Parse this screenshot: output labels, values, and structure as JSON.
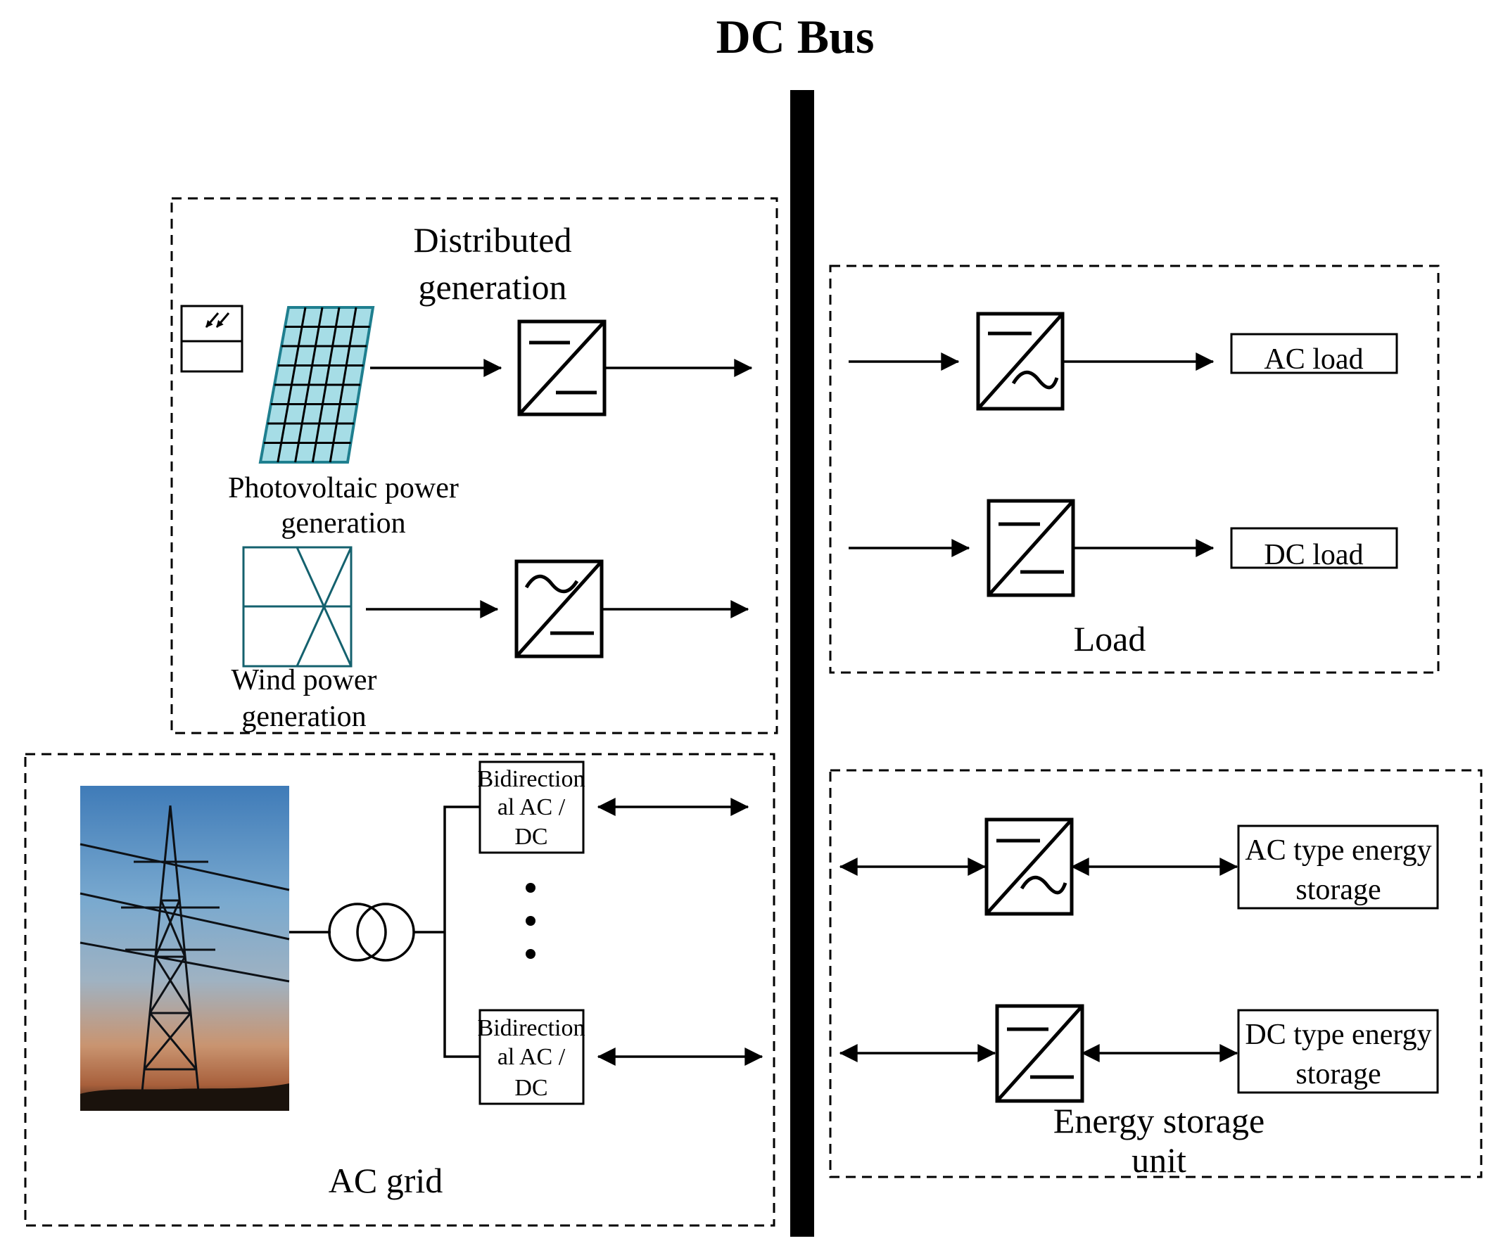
{
  "title": "DC Bus",
  "distributed_generation": {
    "title_line1": "Distributed",
    "title_line2": "generation",
    "pv_label_line1": "Photovoltaic power",
    "pv_label_line2": "generation",
    "wind_label_line1": "Wind power",
    "wind_label_line2": "generation"
  },
  "ac_grid": {
    "title": "AC grid",
    "converter1_line1": "Bidirection",
    "converter1_line2": "al AC /",
    "converter1_line3": "DC",
    "converter2_line1": "Bidirection",
    "converter2_line2": "al AC /",
    "converter2_line3": "DC"
  },
  "load": {
    "title": "Load",
    "ac_load": "AC load",
    "dc_load": "DC load"
  },
  "energy_storage": {
    "title_line1": "Energy storage",
    "title_line2": "unit",
    "ac_storage_line1": "AC type energy",
    "ac_storage_line2": "storage",
    "dc_storage_line1": "DC type energy",
    "dc_storage_line2": "storage"
  },
  "icons": {
    "photovoltaic": "solar-panel-icon",
    "sun": "sunlight-icon",
    "wind": "wind-turbine-icon",
    "tower": "power-tower-photo",
    "transformer": "transformer-icon"
  },
  "colors": {
    "solar_panel_fill": "#a6dde6",
    "solar_panel_stroke": "#1f7f8f",
    "wind_stroke": "#14616e"
  }
}
